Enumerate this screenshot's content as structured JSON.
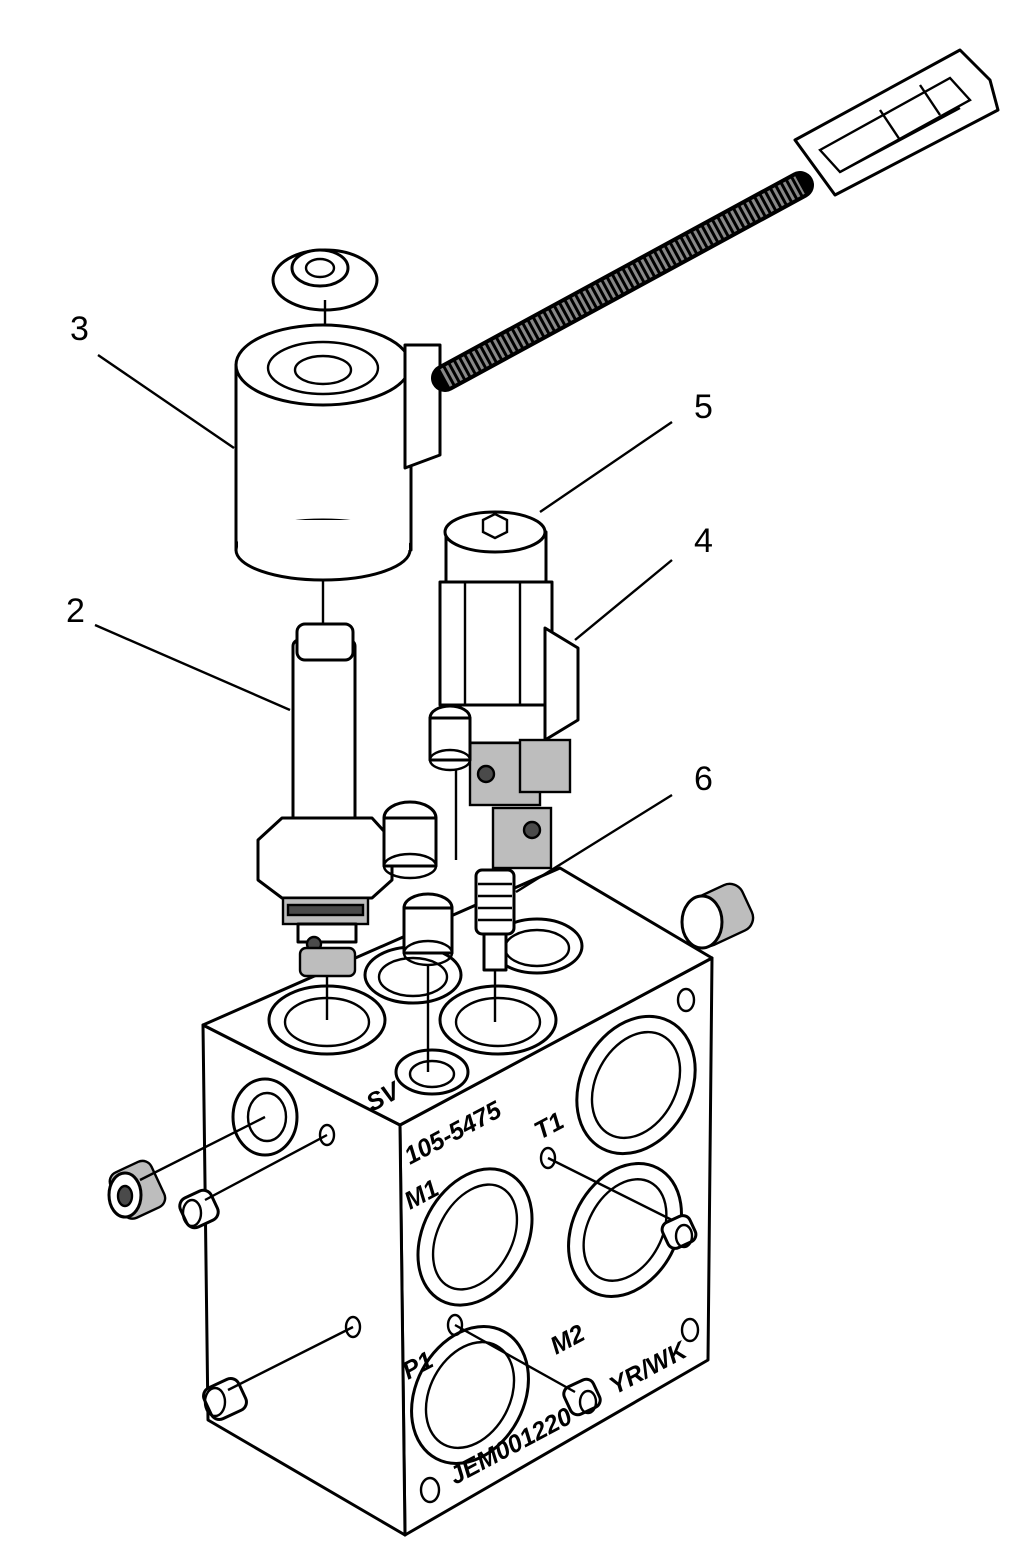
{
  "callouts": [
    {
      "id": "2",
      "label": "2"
    },
    {
      "id": "3",
      "label": "3"
    },
    {
      "id": "4",
      "label": "4"
    },
    {
      "id": "5",
      "label": "5"
    },
    {
      "id": "6",
      "label": "6"
    }
  ],
  "block_markings": {
    "part_number": "105-5475",
    "t1": "T1",
    "m1": "M1",
    "m2": "M2",
    "p1": "P1",
    "color_code": "YR/WK",
    "drawing_id": "JEM001220",
    "top_port": "SV"
  },
  "icons": {
    "diagram": "exploded-hydraulic-valve-assembly"
  }
}
